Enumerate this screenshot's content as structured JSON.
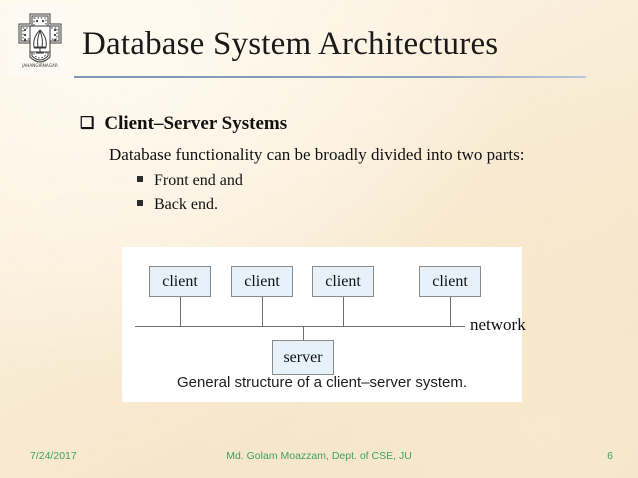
{
  "slide": {
    "title": "Database System Architectures",
    "logo_alt": "university-crest-logo",
    "background_color": "#faeed9",
    "rule_color": "#8aa3bd"
  },
  "content": {
    "level1": {
      "marker": "❑",
      "text": "Client–Server Systems"
    },
    "level2": {
      "text": "Database functionality can be broadly divided into two parts:"
    },
    "level3": [
      {
        "marker": "▪",
        "text": "Front end and"
      },
      {
        "marker": "▪",
        "text": "Back end."
      }
    ]
  },
  "figure": {
    "clients": [
      "client",
      "client",
      "client",
      "client"
    ],
    "server": "server",
    "network_label": "network",
    "caption": "General structure of a client–server system.",
    "node_fill": "#e6f1f9",
    "node_border": "#8a8a8a",
    "panel_background": "#ffffff"
  },
  "footer": {
    "date": "7/24/2017",
    "center": "Md. Golam Moazzam, Dept. of CSE, JU",
    "page_number": "6",
    "color": "#3fa060"
  }
}
